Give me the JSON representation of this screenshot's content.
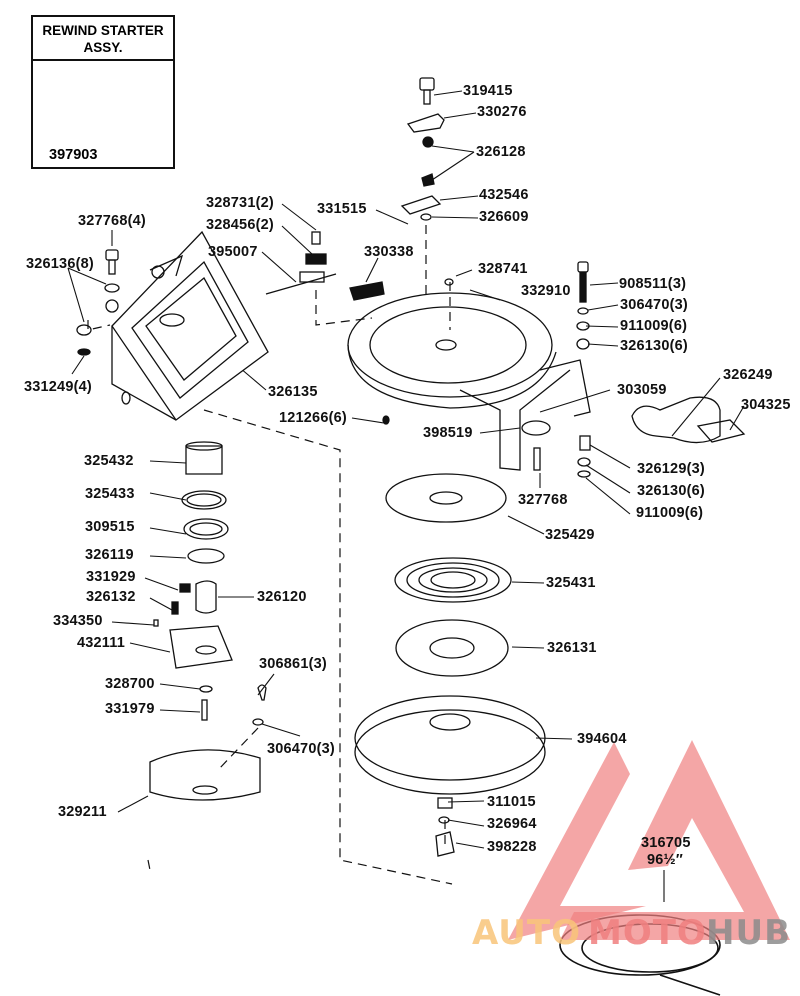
{
  "inset": {
    "title_line1": "REWIND STARTER",
    "title_line2": "ASSY.",
    "part_number": "397903"
  },
  "callouts": [
    {
      "id": "c-319415",
      "text": "319415"
    },
    {
      "id": "c-330276",
      "text": "330276"
    },
    {
      "id": "c-326128",
      "text": "326128"
    },
    {
      "id": "c-432546",
      "text": "432546"
    },
    {
      "id": "c-326609",
      "text": "326609"
    },
    {
      "id": "c-328731",
      "text": "328731(2)"
    },
    {
      "id": "c-328456",
      "text": "328456(2)"
    },
    {
      "id": "c-331515",
      "text": "331515"
    },
    {
      "id": "c-327768-4",
      "text": "327768(4)"
    },
    {
      "id": "c-326136",
      "text": "326136(8)"
    },
    {
      "id": "c-395007",
      "text": "395007"
    },
    {
      "id": "c-330338",
      "text": "330338"
    },
    {
      "id": "c-328741",
      "text": "328741"
    },
    {
      "id": "c-908511",
      "text": "908511(3)"
    },
    {
      "id": "c-332910",
      "text": "332910"
    },
    {
      "id": "c-306470-top",
      "text": "306470(3)"
    },
    {
      "id": "c-911009-top",
      "text": "911009(6)"
    },
    {
      "id": "c-326130-top",
      "text": "326130(6)"
    },
    {
      "id": "c-331249",
      "text": "331249(4)"
    },
    {
      "id": "c-326135",
      "text": "326135"
    },
    {
      "id": "c-303059",
      "text": "303059"
    },
    {
      "id": "c-326249",
      "text": "326249"
    },
    {
      "id": "c-304325",
      "text": "304325"
    },
    {
      "id": "c-121266",
      "text": "121266(6)"
    },
    {
      "id": "c-398519",
      "text": "398519"
    },
    {
      "id": "c-325432",
      "text": "325432"
    },
    {
      "id": "c-326129",
      "text": "326129(3)"
    },
    {
      "id": "c-327768",
      "text": "327768"
    },
    {
      "id": "c-326130-bot",
      "text": "326130(6)"
    },
    {
      "id": "c-325433",
      "text": "325433"
    },
    {
      "id": "c-911009-bot",
      "text": "911009(6)"
    },
    {
      "id": "c-309515",
      "text": "309515"
    },
    {
      "id": "c-325429",
      "text": "325429"
    },
    {
      "id": "c-326119",
      "text": "326119"
    },
    {
      "id": "c-331929",
      "text": "331929"
    },
    {
      "id": "c-325431",
      "text": "325431"
    },
    {
      "id": "c-326132",
      "text": "326132"
    },
    {
      "id": "c-326120",
      "text": "326120"
    },
    {
      "id": "c-334350",
      "text": "334350"
    },
    {
      "id": "c-432111",
      "text": "432111"
    },
    {
      "id": "c-326131",
      "text": "326131"
    },
    {
      "id": "c-306861",
      "text": "306861(3)"
    },
    {
      "id": "c-328700",
      "text": "328700"
    },
    {
      "id": "c-331979",
      "text": "331979"
    },
    {
      "id": "c-306470-bot",
      "text": "306470(3)"
    },
    {
      "id": "c-394604",
      "text": "394604"
    },
    {
      "id": "c-329211",
      "text": "329211"
    },
    {
      "id": "c-311015",
      "text": "311015"
    },
    {
      "id": "c-326964",
      "text": "326964"
    },
    {
      "id": "c-316705",
      "text": "316705"
    },
    {
      "id": "c-316705-len",
      "text": "96½″"
    },
    {
      "id": "c-398228",
      "text": "398228"
    }
  ],
  "watermark": {
    "part1": "AUTO",
    "part2": "MOTO",
    "part3": "HUB",
    "colors": {
      "triangle": "#f08080",
      "auto": "#f9c57a",
      "moto": "#f08080",
      "hub": "#8c8c8c"
    }
  }
}
